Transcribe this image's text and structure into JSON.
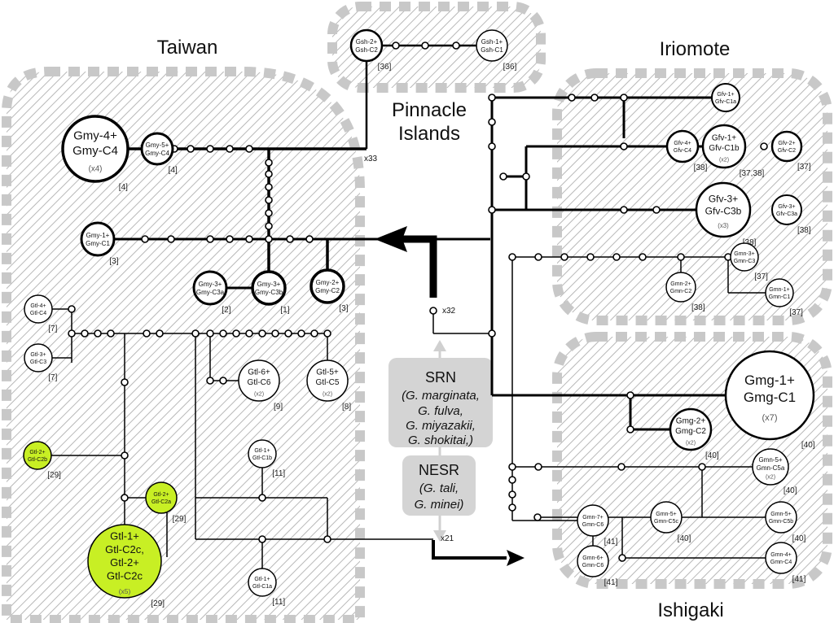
{
  "regions": {
    "taiwan": "Taiwan",
    "pinnacle_line1": "Pinnacle",
    "pinnacle_line2": "Islands",
    "iriomote": "Iriomote",
    "ishigaki": "Ishigaki"
  },
  "multiplicities": {
    "x33": "x33",
    "x32": "x32",
    "x21": "x21"
  },
  "legend": {
    "srn_title": "SRN",
    "srn_lines": [
      "(G. marginata,",
      "G. fulva,",
      "G. miyazakii,",
      "G. shokitai,)"
    ],
    "nesr_title": "NESR",
    "nesr_lines": [
      "(G. tali,",
      "G. minei)"
    ]
  },
  "colors": {
    "hatch": "#b8b8b8",
    "border": "#c8c8c8",
    "highlight": "#c8ef24",
    "legend_box": "#d4d4d4",
    "arrow_light": "#d0d0d0"
  },
  "nodes": [
    {
      "id": "gsh2",
      "lines": [
        "Gsh-2+",
        "Gsh-C2"
      ],
      "ref": "[36]"
    },
    {
      "id": "gsh1",
      "lines": [
        "Gsh-1+",
        "Gsh-C1"
      ],
      "ref": "[36]"
    },
    {
      "id": "gmy4",
      "lines": [
        "Gmy-4+",
        "Gmy-C4"
      ],
      "count": "(x4)",
      "ref": "[4]"
    },
    {
      "id": "gmy5",
      "lines": [
        "Gmy-5+",
        "Gmy-C4"
      ],
      "ref": "[4]"
    },
    {
      "id": "gmy1",
      "lines": [
        "Gmy-1+",
        "Gmy-C1"
      ],
      "ref": "[3]"
    },
    {
      "id": "gmy3a",
      "lines": [
        "Gmy-3+",
        "Gmy-C3a"
      ],
      "ref": "[2]"
    },
    {
      "id": "gmy3b",
      "lines": [
        "Gmy-3+",
        "Gmy-C3b"
      ],
      "ref": "[1]"
    },
    {
      "id": "gmy2",
      "lines": [
        "Gmy-2+",
        "Gmy-C2"
      ],
      "ref": "[3]"
    },
    {
      "id": "gtl4",
      "lines": [
        "Gtl-4+",
        "Gtl-C4"
      ],
      "ref": "[7]"
    },
    {
      "id": "gtl3",
      "lines": [
        "Gtl-3+",
        "Gtl-C3"
      ],
      "ref": "[7]"
    },
    {
      "id": "gtl6",
      "lines": [
        "Gtl-6+",
        "Gtl-C6"
      ],
      "count": "(x2)",
      "ref": "[9]"
    },
    {
      "id": "gtl5",
      "lines": [
        "Gtl-5+",
        "Gtl-C5"
      ],
      "count": "(x2)",
      "ref": "[8]"
    },
    {
      "id": "gtl2b",
      "lines": [
        "Gtl-2+",
        "Gtl-C2b"
      ],
      "ref": "[29]"
    },
    {
      "id": "gtl1b",
      "lines": [
        "Gtl-1+",
        "Gtl-C1b"
      ],
      "ref": "[11]"
    },
    {
      "id": "gtl2a",
      "lines": [
        "Gtl-2+",
        "Gtl-C2a"
      ],
      "ref": "[29]"
    },
    {
      "id": "gtl1big",
      "lines": [
        "Gtl-1+",
        "Gtl-C2c,",
        "Gtl-2+",
        "Gtl-C2c"
      ],
      "count": "(x5)",
      "ref": "[29]"
    },
    {
      "id": "gtl1a",
      "lines": [
        "Gtl-1+",
        "Gtl-C1a"
      ],
      "ref": "[11]"
    },
    {
      "id": "gfv1a",
      "lines": [
        "Gfv-1+",
        "Gfv-C1a"
      ]
    },
    {
      "id": "gfv4",
      "lines": [
        "Gfv-4+",
        "Gfv-C4"
      ],
      "ref": "[38]"
    },
    {
      "id": "gfv1b",
      "lines": [
        "Gfv-1+",
        "Gfv-C1b"
      ],
      "count": "(x2)",
      "ref": "[37,38]"
    },
    {
      "id": "gfv2",
      "lines": [
        "Gfv-2+",
        "Gfv-C2"
      ],
      "ref": "[37]"
    },
    {
      "id": "gfv3b",
      "lines": [
        "Gfv-3+",
        "Gfv-C3b"
      ],
      "count": "(x3)",
      "ref": "[38]"
    },
    {
      "id": "gfv3a",
      "lines": [
        "Gfv-3+",
        "Gfv-C3a"
      ],
      "ref": "[38]"
    },
    {
      "id": "gmn3",
      "lines": [
        "Gmn-3+",
        "Gmn-C3"
      ],
      "ref": "[37]"
    },
    {
      "id": "gmn2",
      "lines": [
        "Gmn-2+",
        "Gmn-C2"
      ],
      "ref": "[38]"
    },
    {
      "id": "gmn1",
      "lines": [
        "Gmn-1+",
        "Gmn-C1"
      ],
      "ref": "[37]"
    },
    {
      "id": "gmg1",
      "lines": [
        "Gmg-1+",
        "Gmg-C1"
      ],
      "count": "(x7)",
      "ref": "[40]"
    },
    {
      "id": "gmg2",
      "lines": [
        "Gmg-2+",
        "Gmg-C2"
      ],
      "count": "(x2)",
      "ref": "[40]"
    },
    {
      "id": "gmn5a",
      "lines": [
        "Gmn-5+",
        "Gmn-C5a"
      ],
      "count": "(x2)",
      "ref": "[40]"
    },
    {
      "id": "gmn7",
      "lines": [
        "Gmn-7+",
        "Gmn-C6"
      ],
      "ref": "[41]"
    },
    {
      "id": "gmn5c",
      "lines": [
        "Gmn-5+",
        "Gmn-C5c"
      ],
      "ref": "[40]"
    },
    {
      "id": "gmn5b",
      "lines": [
        "Gmn-5+",
        "Gmn-C5b"
      ],
      "ref": "[40]"
    },
    {
      "id": "gmn6",
      "lines": [
        "Gmn-6+",
        "Gmn-C6"
      ],
      "ref": "[41]"
    },
    {
      "id": "gmn4",
      "lines": [
        "Gmn-4+",
        "Gmn-C4"
      ],
      "ref": "[41]"
    }
  ]
}
